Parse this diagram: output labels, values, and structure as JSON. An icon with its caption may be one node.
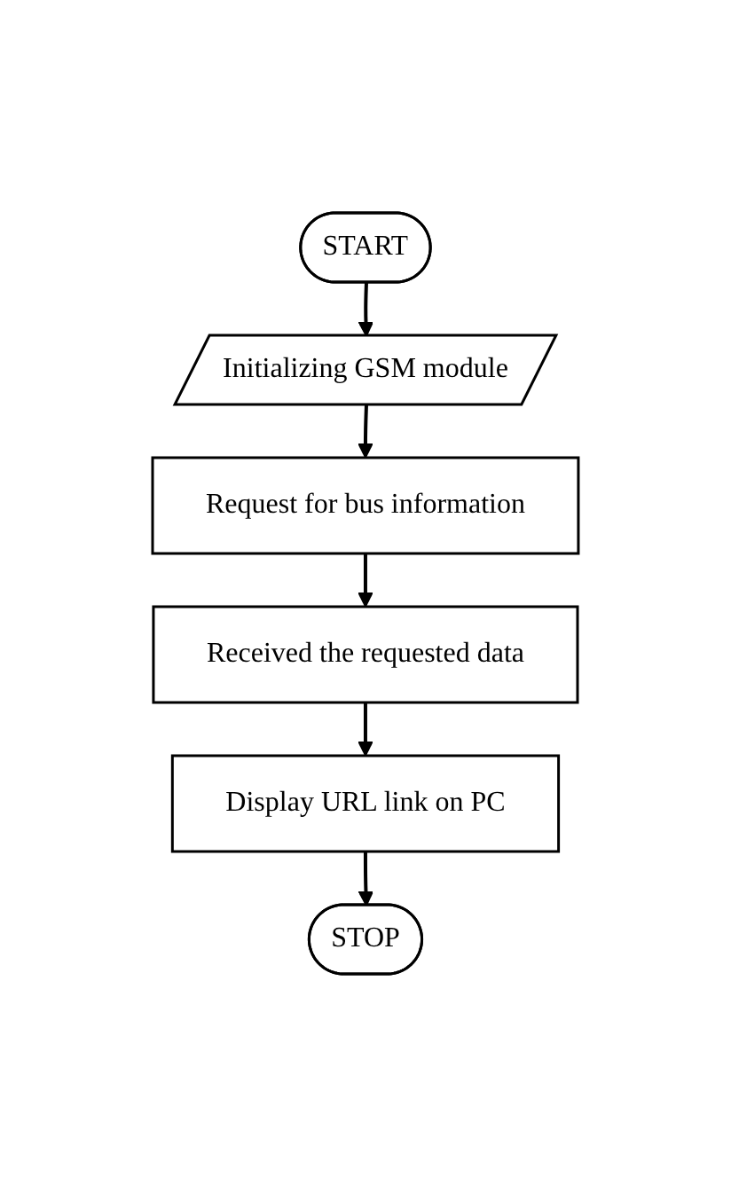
{
  "diagram": {
    "nodes": [
      {
        "text": [
          "START"
        ]
      },
      {
        "text": [
          "Initializing GSM module"
        ]
      },
      {
        "text": [
          "Request for bus information"
        ]
      },
      {
        "text": [
          "Received the requested data"
        ]
      },
      {
        "text": [
          "Display URL link on PC"
        ]
      },
      {
        "text": [
          "STOP"
        ]
      }
    ],
    "edges": [
      {
        "from": 0,
        "to": 1,
        "arrow": "to"
      },
      {
        "from": 1,
        "to": 2,
        "arrow": "to"
      },
      {
        "from": 2,
        "to": 3,
        "arrow": "to"
      },
      {
        "from": 3,
        "to": 4,
        "arrow": "to"
      },
      {
        "from": 4,
        "to": 5,
        "arrow": "to"
      }
    ]
  }
}
